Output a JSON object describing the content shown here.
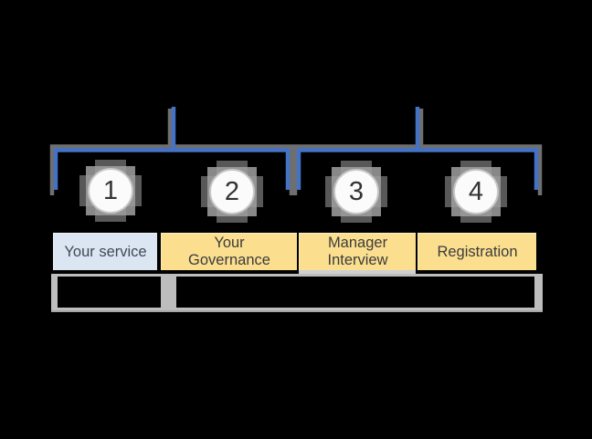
{
  "palette": {
    "accent_blue": "#4472c4",
    "shadow_gray": "#6f6f6f",
    "band_gray": "#bdbdbd",
    "cell_blue": "#dce6f2",
    "cell_yellow": "#fbdf8f",
    "cell_blue_text": "#3f4858",
    "cell_text": "#3c3c3c",
    "circle_fill": "#fbfbfb",
    "circle_ring": "#c6c6c6",
    "glow_gray": "#a0a0a0"
  },
  "steps": [
    {
      "number": "1",
      "label": "Your service"
    },
    {
      "number": "2",
      "label": "Your Governance"
    },
    {
      "number": "3",
      "label": "Manager Interview"
    },
    {
      "number": "4",
      "label": "Registration"
    }
  ],
  "groups": [
    {
      "name": "bracket-left",
      "covers_steps": "1-2"
    },
    {
      "name": "bracket-right",
      "covers_steps": "3-4"
    }
  ],
  "notes_row": {
    "left_cell_text": "",
    "right_cell_text": ""
  }
}
